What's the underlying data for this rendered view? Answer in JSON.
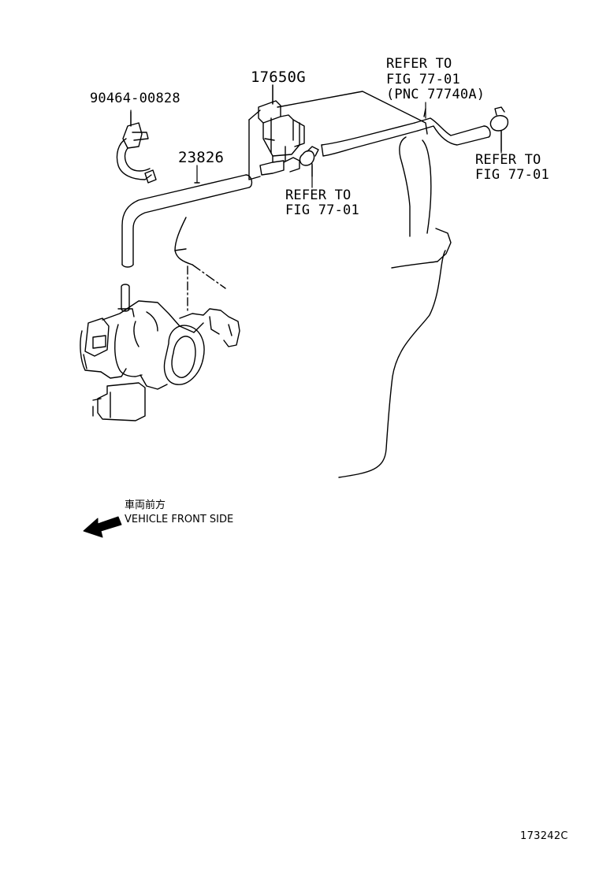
{
  "parts": {
    "clip": "90464-00828",
    "vsv": "17650G",
    "hose": "23826"
  },
  "references": {
    "right_top": {
      "line1": "REFER TO",
      "line2": "FIG 77-01",
      "line3": "(PNC 77740A)"
    },
    "right_mid": {
      "line1": "REFER TO",
      "line2": "FIG 77-01"
    },
    "center": {
      "line1": "REFER TO",
      "line2": "FIG 77-01"
    }
  },
  "direction": {
    "japanese": "車両前方",
    "english": "VEHICLE FRONT SIDE",
    "icon": "left-arrow-icon"
  },
  "figure_code": "173242C"
}
